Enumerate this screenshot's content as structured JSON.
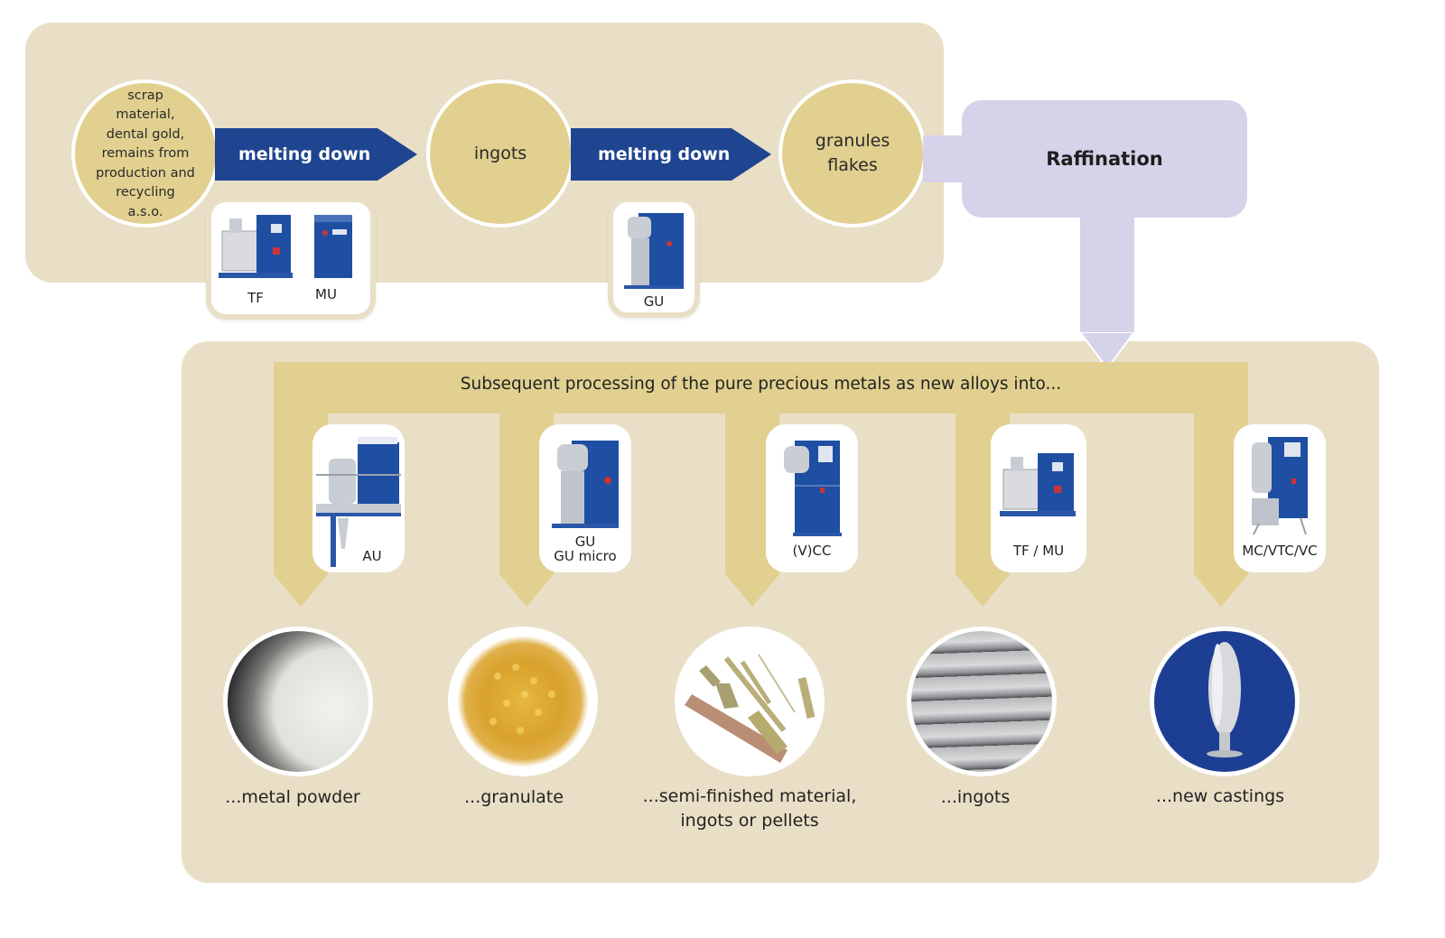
{
  "top_flow": {
    "source_circle": "scrap\nmaterial,\ndental gold,\nremains from\nproduction and\nrecycling\na.s.o.",
    "source_lines": [
      "scrap",
      "material,",
      "dental gold,",
      "remains from",
      "production and",
      "recycling",
      "a.s.o."
    ],
    "step1_label": "melting down",
    "intermediate_circle": "ingots",
    "step2_label": "melting down",
    "result_lines": [
      "granules",
      "flakes"
    ],
    "machines_step1": [
      "TF",
      "MU"
    ],
    "machines_step2": [
      "GU"
    ]
  },
  "raffination": {
    "label": "Raffination"
  },
  "subsequent": {
    "heading": "Subsequent processing of the pure precious metals as new alloys into...",
    "branches": [
      {
        "machine": [
          "AU"
        ],
        "product": [
          "...metal powder"
        ]
      },
      {
        "machine": [
          "GU",
          "GU micro"
        ],
        "product": [
          "...granulate"
        ]
      },
      {
        "machine": [
          "(V)CC"
        ],
        "product": [
          "...semi-finished material,",
          "ingots or pellets"
        ]
      },
      {
        "machine": [
          "TF / MU"
        ],
        "product": [
          "...ingots"
        ]
      },
      {
        "machine": [
          "MC/VTC/VC"
        ],
        "product": [
          "...new castings"
        ]
      }
    ]
  },
  "colors": {
    "panel": "#e8dfc6",
    "gold": "#e1d08f",
    "blue_arrow": "#1f4591",
    "raffination": "#d6d2ea",
    "machine_blue": "#1f4fa3"
  }
}
